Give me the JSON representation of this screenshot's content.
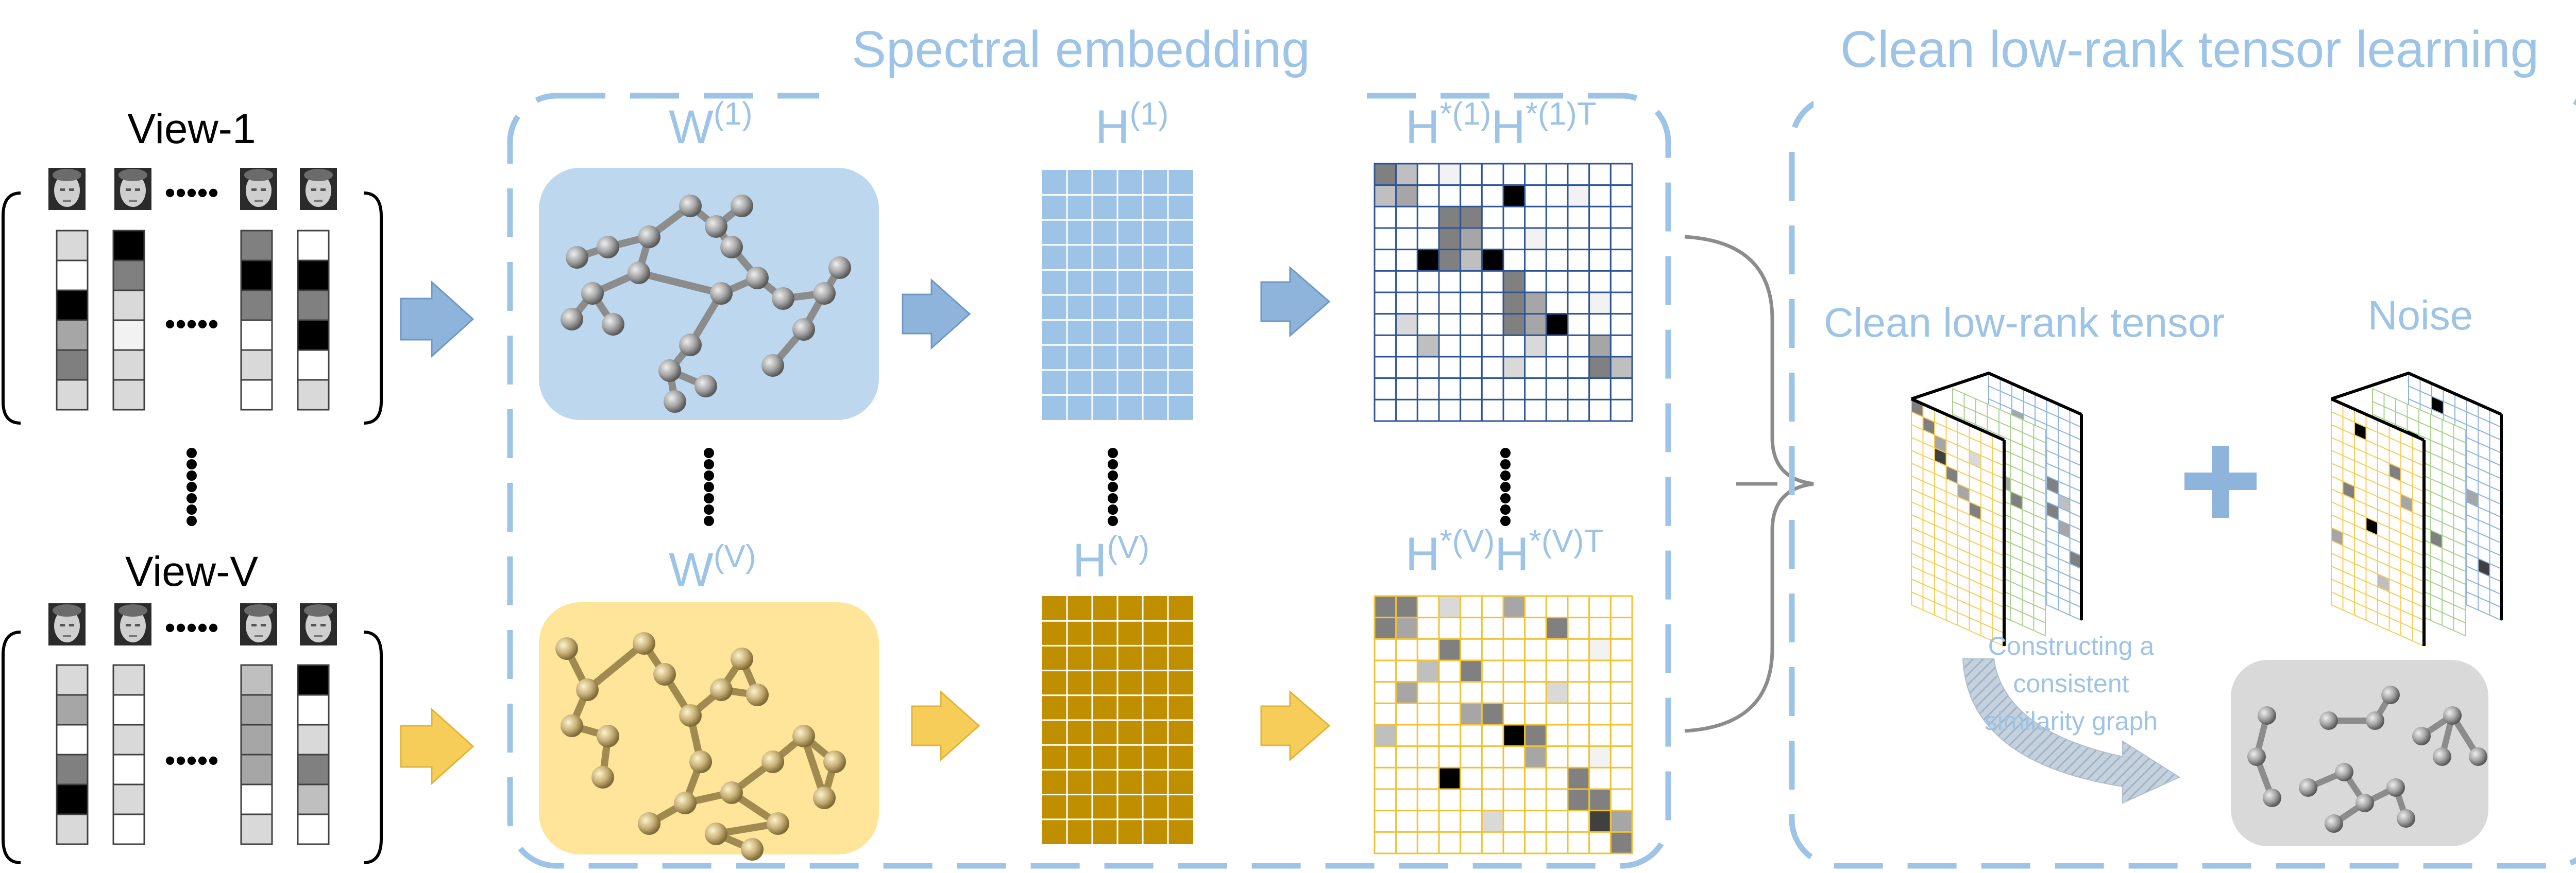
{
  "labels": {
    "view_1": "View-1",
    "view_v": "View-V",
    "spectral_title": "Spectral embedding",
    "clean_title": "Clean low-rank tensor learning",
    "w1": "W",
    "w1_sup": "(1)",
    "wv": "W",
    "wv_sup": "(V)",
    "h1": "H",
    "h1_sup": "(1)",
    "hv": "H",
    "hv_sup": "(V)",
    "hh1_a": "H",
    "hh1_a_sup": "*(1)",
    "hh1_b": "H",
    "hh1_b_sup": "*(1)T",
    "hhv_a": "H",
    "hhv_a_sup": "*(V)",
    "hhv_b": "H",
    "hhv_b_sup": "*(V)T",
    "clean_tensor": "Clean low-rank tensor",
    "noise": "Noise",
    "plus": "+",
    "constructing": [
      "Constructing a",
      "consistent",
      "similarity graph"
    ]
  },
  "colors": {
    "view1_accent": "#8fb4dc",
    "viewv_accent": "#f7cd5a",
    "label_blue": "#9dc3e6",
    "dashed_border": "#9dc3e6",
    "graph_blue_bg": "#bdd7ee",
    "graph_yellow_bg": "#ffe599",
    "h1_fill": "#9dc3e6",
    "hv_fill": "#bf8f00",
    "grey_panel": "#d9d9d9"
  },
  "icons": [
    "face-thumbnail",
    "molecule-graph",
    "arrow-right",
    "curly-brace",
    "tensor-cube",
    "curved-arrow"
  ]
}
